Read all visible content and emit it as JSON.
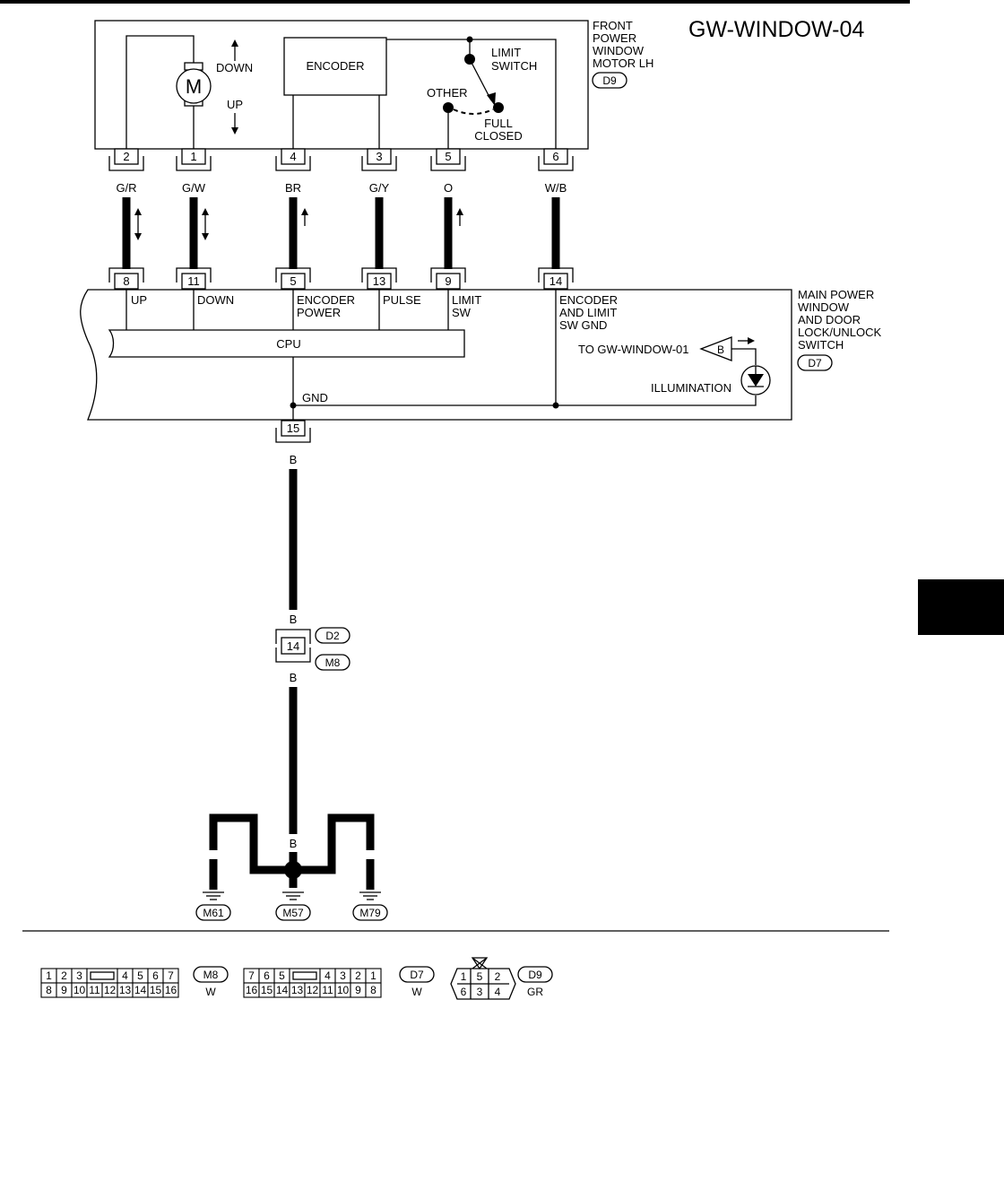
{
  "title": "GW-WINDOW-04",
  "motor": {
    "name_lines": [
      "FRONT",
      "POWER",
      "WINDOW",
      "MOTOR LH"
    ],
    "connector": "D9",
    "motor_symbol": "M",
    "down_label": "DOWN",
    "up_label": "UP",
    "encoder_label": "ENCODER",
    "limit_switch_lines": [
      "LIMIT",
      "SWITCH"
    ],
    "other_label": "OTHER",
    "full_closed_lines": [
      "FULL",
      "CLOSED"
    ]
  },
  "motor_terminals": [
    "2",
    "1",
    "4",
    "3",
    "5",
    "6"
  ],
  "wire_colors": [
    "G/R",
    "G/W",
    "BR",
    "G/Y",
    "O",
    "W/B"
  ],
  "switch_terminals": [
    "8",
    "11",
    "5",
    "13",
    "9",
    "14"
  ],
  "switch": {
    "name_lines": [
      "MAIN POWER",
      "WINDOW",
      "AND DOOR",
      "LOCK/UNLOCK",
      "SWITCH"
    ],
    "connector": "D7",
    "pin_labels": {
      "up": "UP",
      "down": "DOWN",
      "encoder_power": [
        "ENCODER",
        "POWER"
      ],
      "pulse": "PULSE",
      "limit_sw": [
        "LIMIT",
        "SW"
      ],
      "encoder_gnd": [
        "ENCODER",
        "AND LIMIT",
        "SW GND"
      ]
    },
    "cpu_label": "CPU",
    "gnd_label": "GND",
    "to_window_01": "TO GW-WINDOW-01",
    "triangle_label": "B",
    "illumination_label": "ILLUMINATION",
    "ground_terminal": "15"
  },
  "ground_wire_color": "B",
  "junction": {
    "terminal": "14",
    "connector_top": "D2",
    "connector_bottom": "M8"
  },
  "grounds": {
    "left": "M61",
    "center": "M57",
    "right": "M79",
    "wire_color": "B"
  },
  "connector_views": {
    "m8": {
      "id": "M8",
      "color": "W",
      "top_row": [
        "1",
        "2",
        "3",
        "",
        "4",
        "5",
        "6",
        "7"
      ],
      "bottom_row": [
        "8",
        "9",
        "10",
        "11",
        "12",
        "13",
        "14",
        "15",
        "16"
      ]
    },
    "d7": {
      "id": "D7",
      "color": "W",
      "top_row": [
        "7",
        "6",
        "5",
        "",
        "4",
        "3",
        "2",
        "1"
      ],
      "bottom_row": [
        "16",
        "15",
        "14",
        "13",
        "12",
        "11",
        "10",
        "9",
        "8"
      ]
    },
    "d9": {
      "id": "D9",
      "color": "GR",
      "top_row": [
        "1",
        "5",
        "2"
      ],
      "bottom_row": [
        "6",
        "3",
        "4"
      ]
    }
  }
}
